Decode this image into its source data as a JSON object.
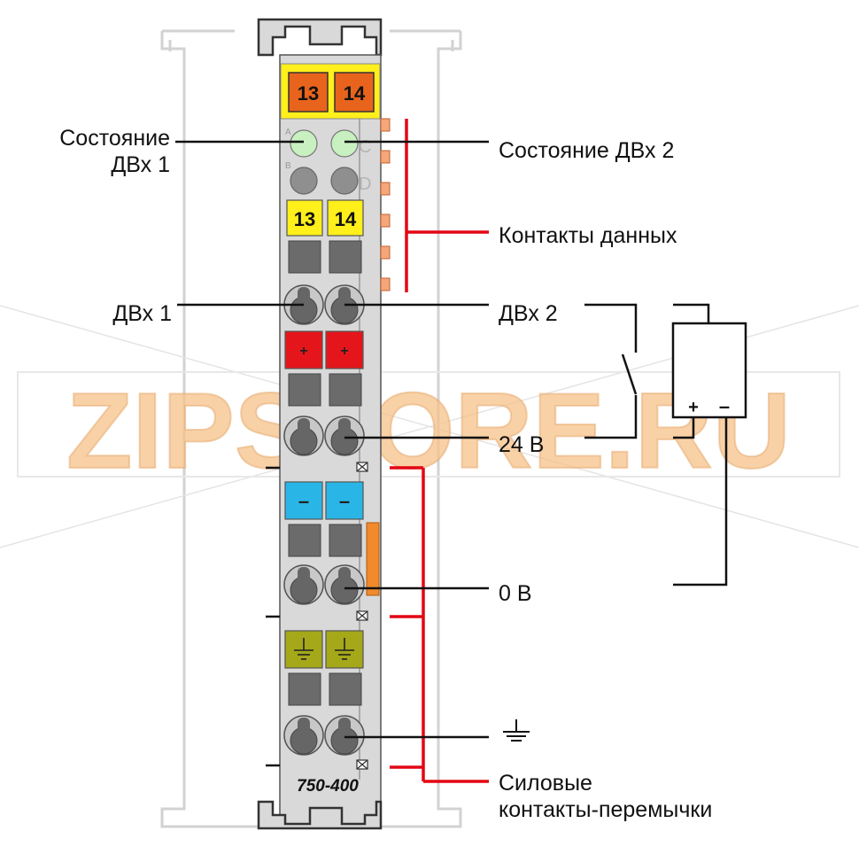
{
  "module": {
    "part_number": "750-400",
    "top_tabs": [
      "13",
      "14"
    ],
    "yellow_tabs": [
      "13",
      "14"
    ],
    "red_tabs": [
      "+",
      "+"
    ],
    "blue_tabs": [
      "–",
      "–"
    ],
    "led_letters": [
      "A",
      "B",
      "C",
      "D"
    ]
  },
  "labels": {
    "status_in1_line1": "Состояние",
    "status_in1_line2": "ДВх 1",
    "status_in2": "Состояние ДВх 2",
    "data_contacts": "Контакты данных",
    "in1": "ДВх 1",
    "in2": "ДВх 2",
    "v24": "24 В",
    "v0": "0 В",
    "ground_symbol": "⏚",
    "power_jumpers_line1": "Силовые",
    "power_jumpers_line2": "контакты-перемычки"
  },
  "sensor": {
    "plus": "+",
    "minus": "–"
  },
  "watermark": "ZIPSTORE.RU",
  "colors": {
    "module_body": "#d9d9d9",
    "tab_orange": "#e8641c",
    "tab_yellow": "#ffef1a",
    "tab_red": "#e5161b",
    "tab_blue": "#29b6e6",
    "tab_green": "#a5a818",
    "led_green": "#c8f0c0",
    "accent_red": "#e30613",
    "watermark_orange": "#f5c28a"
  }
}
